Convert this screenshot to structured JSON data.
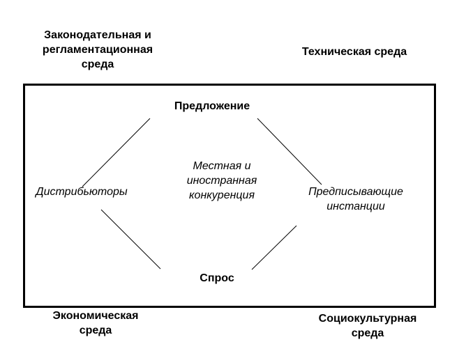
{
  "environments": {
    "legislative": [
      "Законодательная и",
      "регламентационная",
      "среда"
    ],
    "technical": [
      "Техническая среда"
    ],
    "economic": [
      "Экономическая",
      "среда"
    ],
    "sociocultural": [
      "Социокультурная",
      "среда"
    ]
  },
  "nodes": {
    "supply": "Предложение",
    "demand": "Спрос",
    "distributors": "Дистрибьюторы",
    "prescribers": [
      "Предписывающие",
      "инстанции"
    ],
    "competition": [
      "Местная и",
      "иностранная",
      "конкуренция"
    ]
  }
}
